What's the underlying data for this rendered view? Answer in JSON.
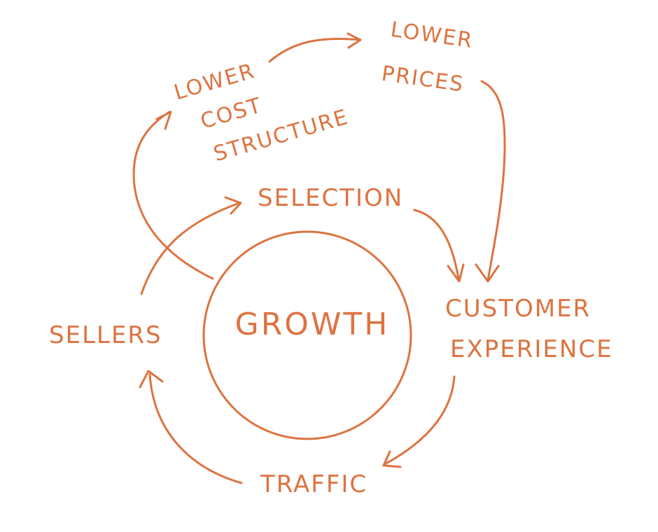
{
  "diagram": {
    "center": "GROWTH",
    "nodes": {
      "lower_cost": [
        "LOWER",
        "COST",
        "STRUCTURE"
      ],
      "lower_prices": [
        "LOWER",
        "PRICES"
      ],
      "selection": "SELECTION",
      "customer_experience": [
        "CUSTOMER",
        "EXPERIENCE"
      ],
      "traffic": "TRAFFIC",
      "sellers": "SELLERS"
    },
    "ink_color": "#dd7340"
  }
}
